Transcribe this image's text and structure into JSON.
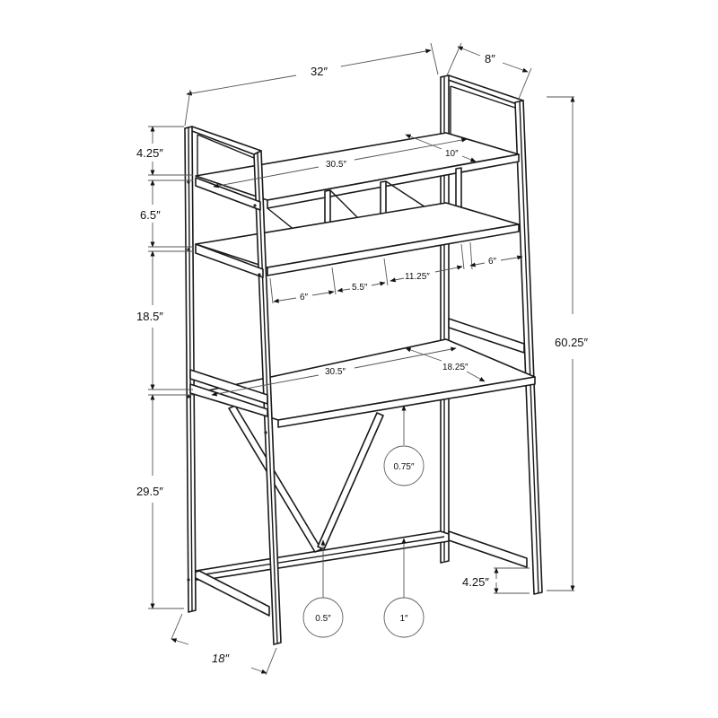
{
  "diagram": {
    "subject": "Ladder-style computer desk with two upper shelves",
    "overall": {
      "width": "32″",
      "depth": "8″",
      "height": "60.25″",
      "base_depth": "18″"
    },
    "vertical_left": {
      "top_gap": "4.25″",
      "upper_shelf_gap": "6.5″",
      "shelf_to_desk": "18.5″",
      "desk_height": "29.5″"
    },
    "top_shelf": {
      "width": "30.5″",
      "depth": "10″"
    },
    "cubby_widths": [
      "6″",
      "5.5″",
      "11.25″",
      "6″"
    ],
    "desk_top": {
      "width": "30.5″",
      "depth": "18.25″"
    },
    "foot_clearance": "4.25″",
    "callouts": {
      "desk_thickness": "0.75″",
      "cross_brace": "0.5″",
      "bottom_rail": "1″"
    }
  }
}
